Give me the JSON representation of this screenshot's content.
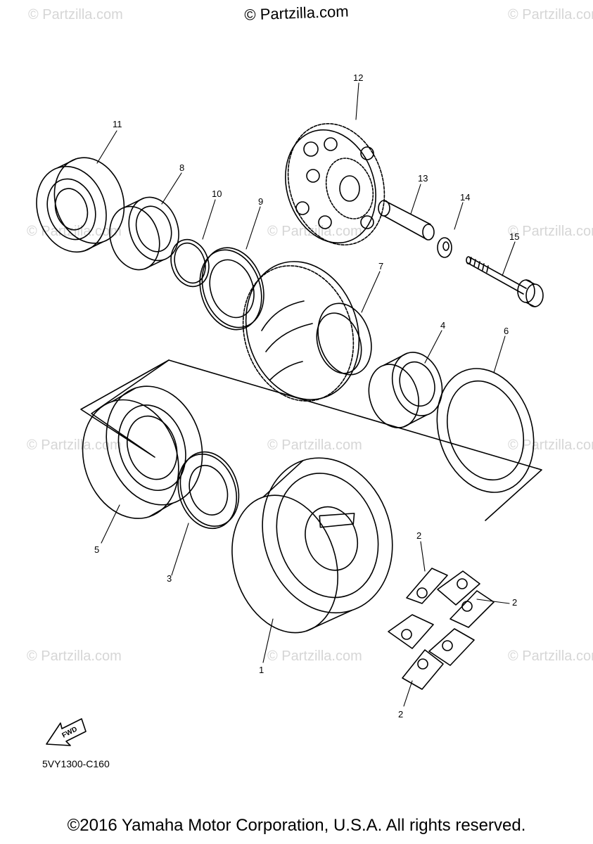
{
  "header": {
    "credit": "© Partzilla.com"
  },
  "watermark": {
    "text": "© Partzilla.com"
  },
  "callouts": [
    "11",
    "8",
    "10",
    "9",
    "12",
    "13",
    "14",
    "15",
    "7",
    "4",
    "6",
    "5",
    "3",
    "1",
    "2",
    "2",
    "2"
  ],
  "diagram": {
    "code": "5VY1300-C160",
    "fwd_label": "FWD"
  },
  "footer": {
    "copyright": "©2016 Yamaha Motor Corporation, U.S.A. All rights reserved."
  }
}
